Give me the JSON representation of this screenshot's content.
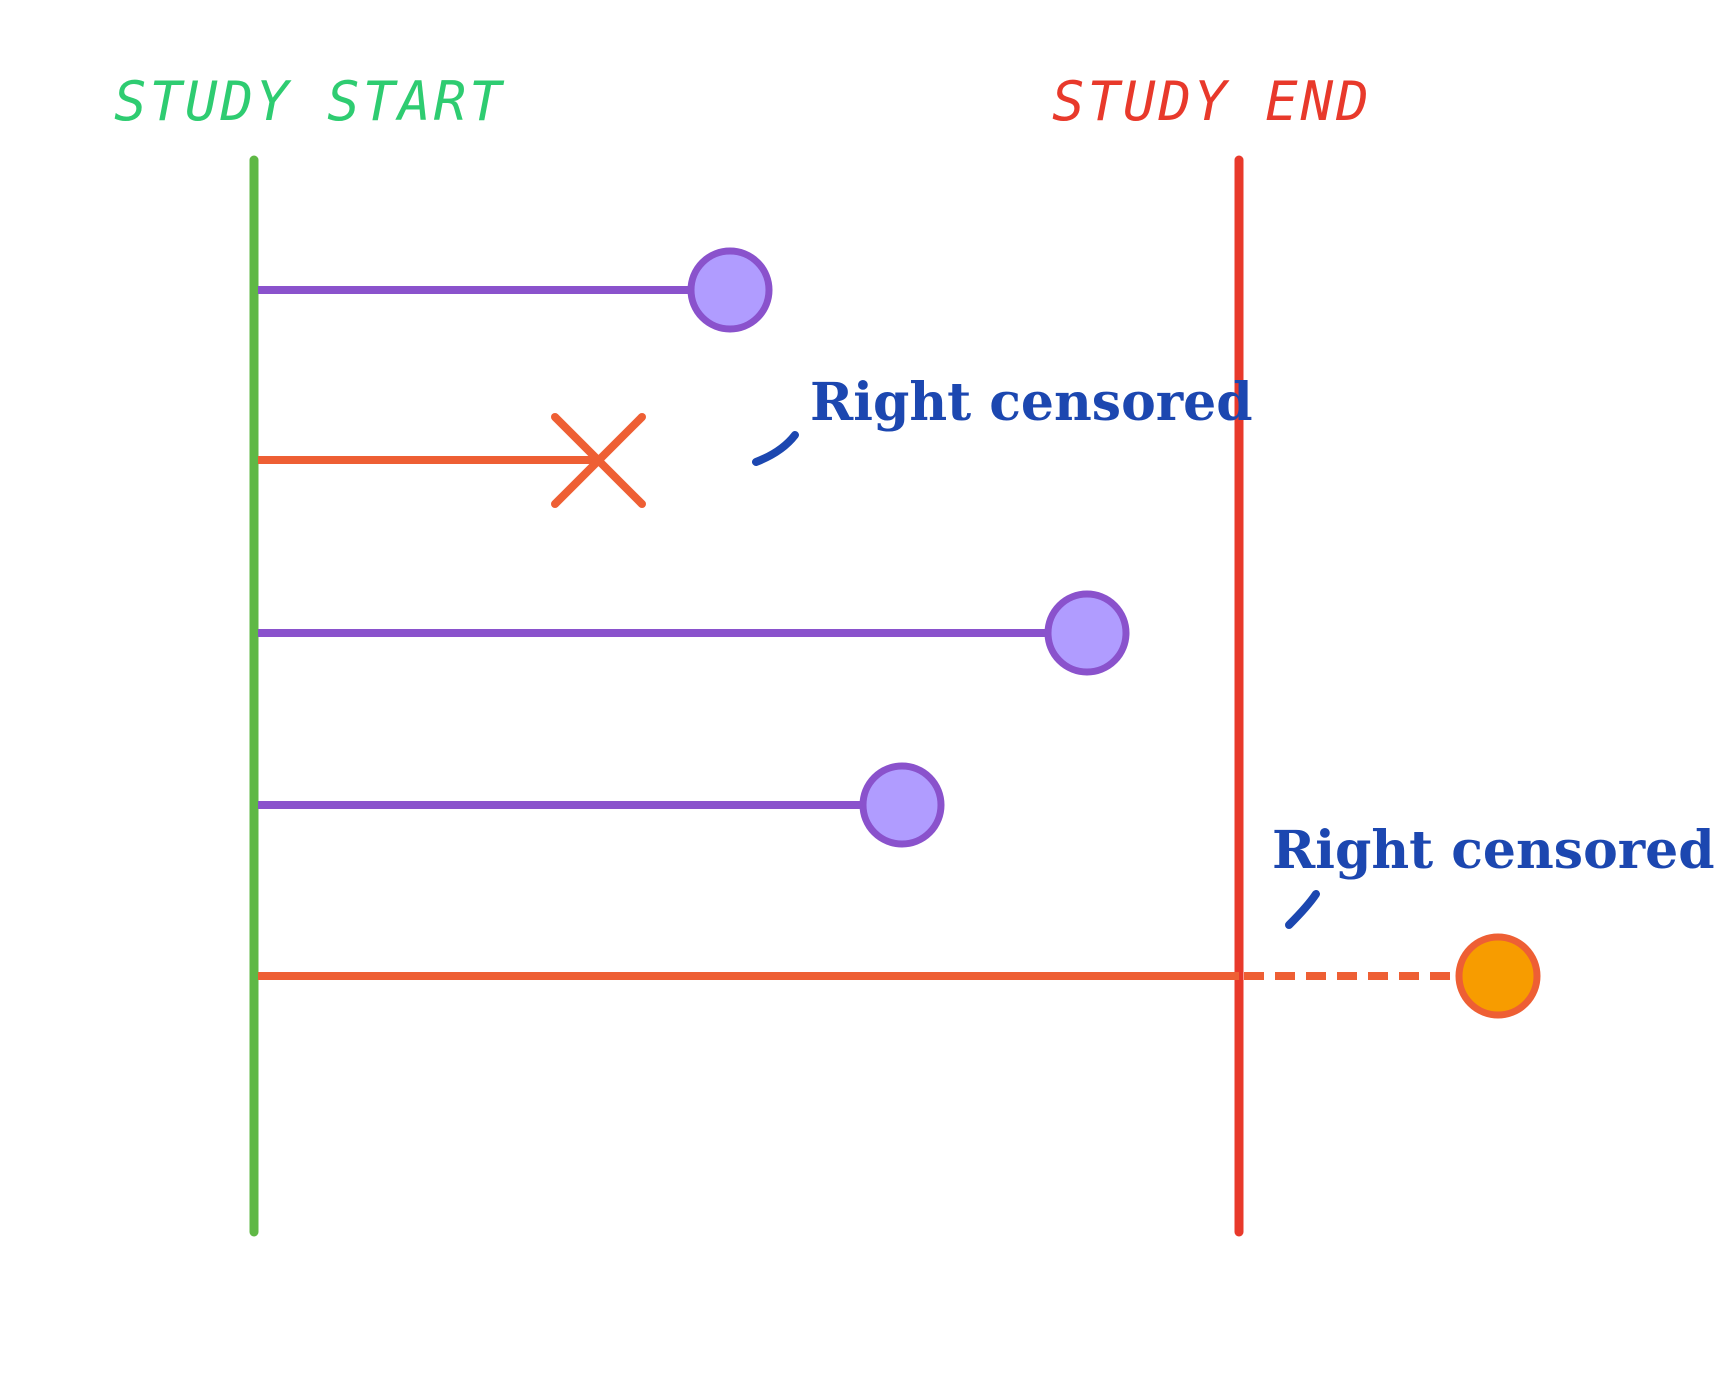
{
  "diagram": {
    "type": "survival-censoring-timeline",
    "labels": {
      "study_start": "STUDY START",
      "study_end": "STUDY END"
    },
    "annotations": [
      {
        "text": "Right censored",
        "target": "subject-2"
      },
      {
        "text": "Right censored",
        "target": "subject-5"
      }
    ],
    "subjects": [
      {
        "id": "subject-1",
        "end_marker": "event-circle",
        "past_study_end": false
      },
      {
        "id": "subject-2",
        "end_marker": "cross",
        "past_study_end": false
      },
      {
        "id": "subject-3",
        "end_marker": "event-circle",
        "past_study_end": false
      },
      {
        "id": "subject-4",
        "end_marker": "event-circle",
        "past_study_end": false
      },
      {
        "id": "subject-5",
        "end_marker": "event-circle-orange",
        "past_study_end": true
      }
    ],
    "colors": {
      "study_start_line": "#5fb845",
      "study_start_label": "#2ecc71",
      "study_end_line": "#e8392b",
      "study_end_label": "#e8392b",
      "event_line": "#8a52cc",
      "event_fill": "#b09cff",
      "censor_line": "#ee5f34",
      "censor_fill_orange": "#f79c00",
      "annotation": "#1c47b0"
    }
  }
}
